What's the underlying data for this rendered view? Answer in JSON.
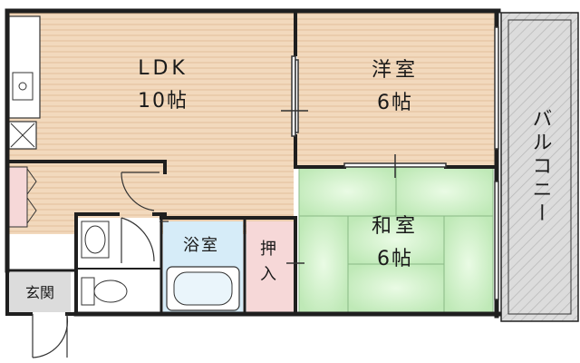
{
  "rooms": {
    "ldk": {
      "name": "LDK",
      "size": "10帖"
    },
    "western": {
      "name": "洋室",
      "size": "6帖"
    },
    "japanese": {
      "name": "和室",
      "size": "6帖"
    },
    "bath": {
      "name": "浴室"
    },
    "closet": {
      "line1": "押",
      "line2": "入"
    },
    "entrance": {
      "name": "玄関"
    },
    "balcony": {
      "name": "バルコニー"
    }
  },
  "colors": {
    "wall": "#1f1f1f",
    "ldk_floor": "#f2d9bd",
    "ldk_stripe": "#e2bf9a",
    "western_floor": "#f2d9bd",
    "tatami": "#c9efc2",
    "tatami_light": "#e6f8e0",
    "bath_floor": "#d6ecf8",
    "closet_floor": "#f6d8d8",
    "balcony": "#d8d8d8",
    "balcony_hatch": "#b5b5b5",
    "entrance": "#dcdcdc"
  }
}
